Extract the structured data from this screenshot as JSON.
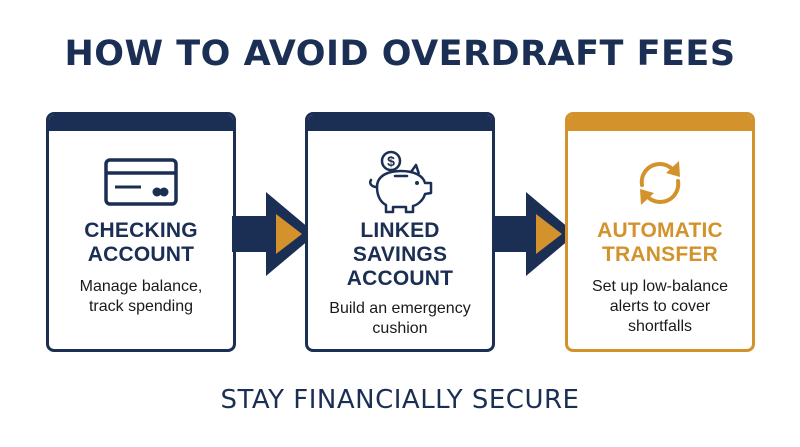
{
  "title": "HOW TO AVOID OVERDRAFT FEES",
  "steps": [
    {
      "icon": "credit-card-icon",
      "heading_line1": "CHECKING",
      "heading_line2": "ACCOUNT",
      "heading_line3": "",
      "desc_line1": "Manage balance,",
      "desc_line2": "track spending",
      "desc_line3": ""
    },
    {
      "icon": "piggy-bank-icon",
      "heading_line1": "LINKED",
      "heading_line2": "SAVINGS",
      "heading_line3": "ACCOUNT",
      "desc_line1": "Build an emergency",
      "desc_line2": "cushion",
      "desc_line3": ""
    },
    {
      "icon": "sync-arrows-icon",
      "heading_line1": "AUTOMATIC",
      "heading_line2": "TRANSFER",
      "heading_line3": "",
      "desc_line1": "Set up low-balance",
      "desc_line2": "alerts to cover",
      "desc_line3": "shortfalls"
    }
  ],
  "coin_symbol": "$",
  "footer": "STAY FINANCIALLY SECURE",
  "colors": {
    "navy": "#1b2f55",
    "gold": "#d3922c",
    "text": "#1a1a1a",
    "background": "#ffffff"
  }
}
